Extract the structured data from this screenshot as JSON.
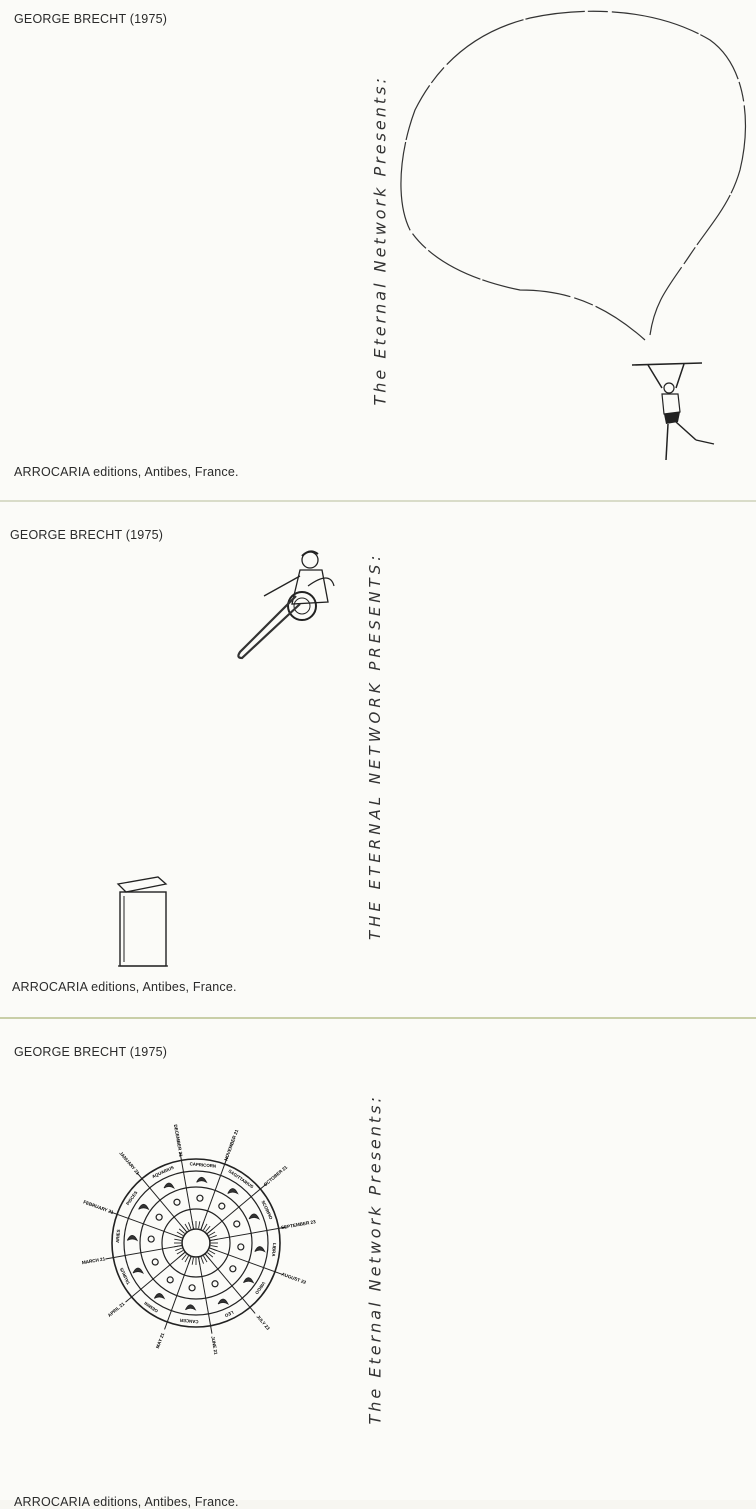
{
  "cards": [
    {
      "author": "GEORGE BRECHT (1975)",
      "title": "The Eternal Network Presents:",
      "publisher": "ARROCARIA editions, Antibes, France.",
      "image": "speech-balloon-over-acrobat"
    },
    {
      "author": "GEORGE BRECHT (1975)",
      "title": "THE ETERNAL NETWORK PRESENTS:",
      "publisher": "ARROCARIA editions, Antibes, France.",
      "images": [
        "trombone-player",
        "lectern"
      ]
    },
    {
      "author": "GEORGE BRECHT (1975)",
      "title": "The Eternal Network Presents:",
      "publisher": "ARROCARIA editions, Antibes, France.",
      "image": "zodiac-wheel",
      "zodiac_signs": [
        "CAPRICORN",
        "SAGITTARIUS",
        "SCORPIO",
        "LIBRA",
        "VIRGO",
        "LEO",
        "CANCER",
        "GEMINI",
        "TAURUS",
        "ARIES",
        "PISCES",
        "AQUARIUS"
      ],
      "zodiac_dates": [
        "DECEMBER 21",
        "NOVEMBER 21",
        "OCTOBER 21",
        "SEPTEMBER 23",
        "AUGUST 22",
        "JULY 23",
        "JUNE 21",
        "MAY 21",
        "APRIL 21",
        "MARCH 21",
        "FEBRUARY 21",
        "JANUARY 21"
      ]
    }
  ]
}
